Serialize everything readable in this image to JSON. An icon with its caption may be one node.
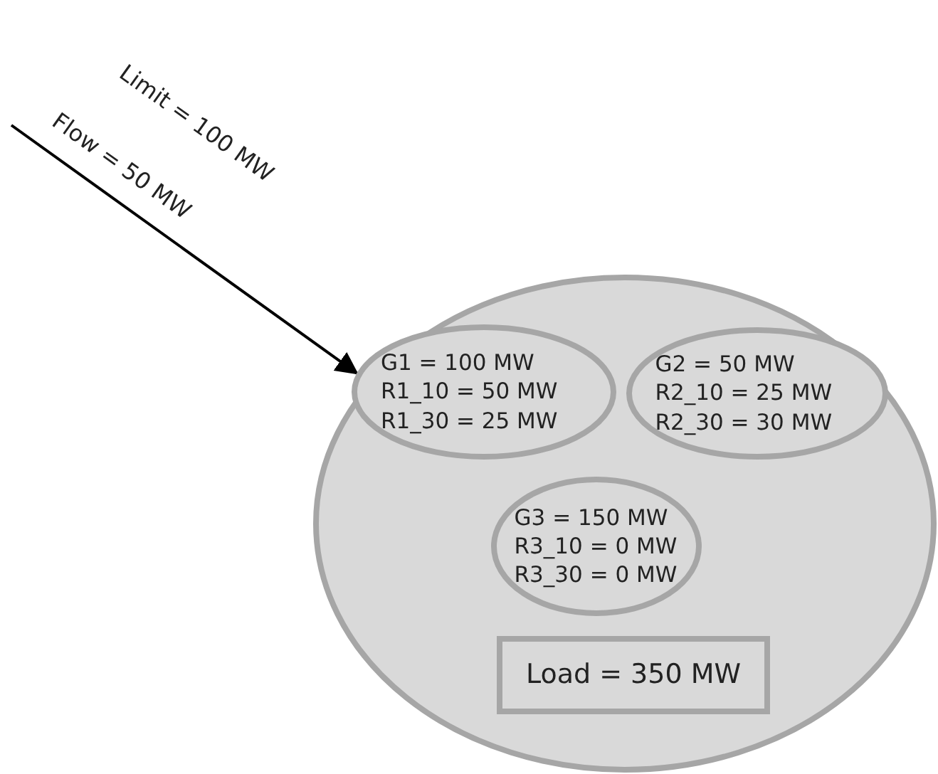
{
  "diagram": {
    "nodes": [
      {
        "text": [],
        "shape": "circle"
      },
      {
        "text": [
          "G1 = 100 MW R1_10 = 50 MW R1_30 = 25 MW"
        ],
        "in": 0
      },
      {
        "text": [
          "G2 = 50 MW R2_10 = 25 MW R2_30 = 30 MW"
        ],
        "in": 0
      },
      {
        "text": [
          "G3 = 150 MW R3_10 = 0 MW R3_30 = 0 MW"
        ],
        "in": 0
      },
      {
        "text": [
          "Load = 350 MW"
        ],
        "in": 0
      }
    ],
    "edges": [
      {
        "from": null,
        "to": 1,
        "arrow": "to"
      }
    ],
    "labels": [
      "Limit = 100 MW",
      "Flow = 50 MW"
    ]
  }
}
